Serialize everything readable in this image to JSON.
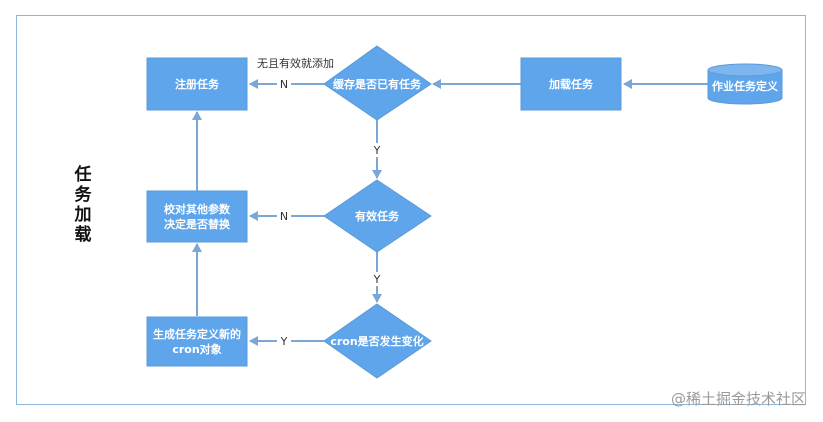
{
  "side_label": [
    "任",
    "务",
    "加",
    "载"
  ],
  "nodes": {
    "job_def": "作业任务定义",
    "load": "加载任务",
    "cache_check": "缓存是否已有任务",
    "register": "注册任务",
    "valid": "有效任务",
    "compare": [
      "校对其他参数",
      "决定是否替换"
    ],
    "cron_changed": "cron是否发生变化",
    "new_cron": [
      "生成任务定义新的",
      "cron对象"
    ]
  },
  "edges": {
    "n1": "N",
    "n1_note": "无且有效就添加",
    "y1": "Y",
    "n2": "N",
    "y2": "Y",
    "y3": "Y"
  },
  "watermark": "@稀土掘金技术社区",
  "colors": {
    "node_fill": "#5fa5ec",
    "node_stroke": "#5b9bd5",
    "arrow": "#7aa7d6",
    "frame": "#8eb5da"
  }
}
